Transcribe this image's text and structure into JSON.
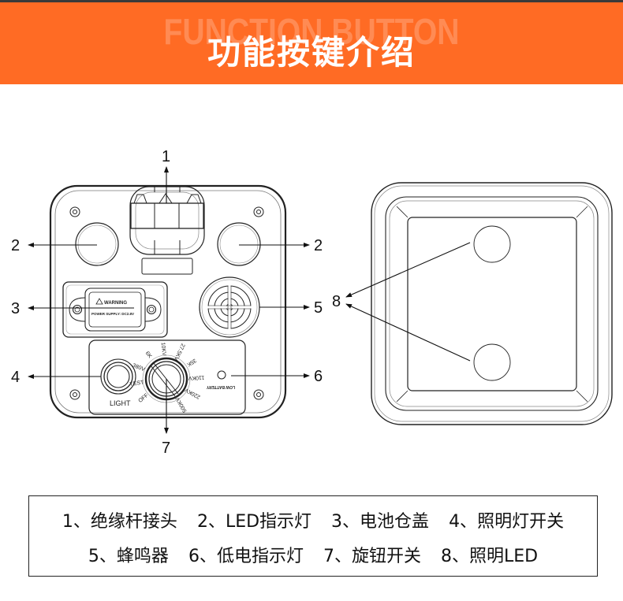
{
  "banner": {
    "title_en": "FUNCTION BUTTON",
    "title_zh": "功能按键介绍",
    "color": "#ff6b24"
  },
  "diagram": {
    "callouts": [
      "1",
      "2",
      "2",
      "3",
      "4",
      "5",
      "6",
      "7",
      "8"
    ],
    "warning_label": {
      "title": "WARNING",
      "text": "POWER SUPPLY: DC2.8V"
    },
    "light_button_label": "LIGHT",
    "low_battery_label": "LOW BATTERY",
    "dial_positions": [
      "OFF",
      "TEST",
      "380V",
      "6K",
      "10KV",
      "27.5KV",
      "35K",
      "110KV",
      "220KV",
      "500KV"
    ]
  },
  "legend": {
    "line1": [
      {
        "num": "1、",
        "label": "绝缘杆接头"
      },
      {
        "num": "2、",
        "label": "LED指示灯"
      },
      {
        "num": "3、",
        "label": "电池仓盖"
      },
      {
        "num": "4、",
        "label": "照明灯开关"
      }
    ],
    "line2": [
      {
        "num": "5、",
        "label": "蜂鸣器"
      },
      {
        "num": "6、",
        "label": "低电指示灯"
      },
      {
        "num": "7、",
        "label": "旋钮开关"
      },
      {
        "num": "8、",
        "label": "照明LED"
      }
    ]
  }
}
